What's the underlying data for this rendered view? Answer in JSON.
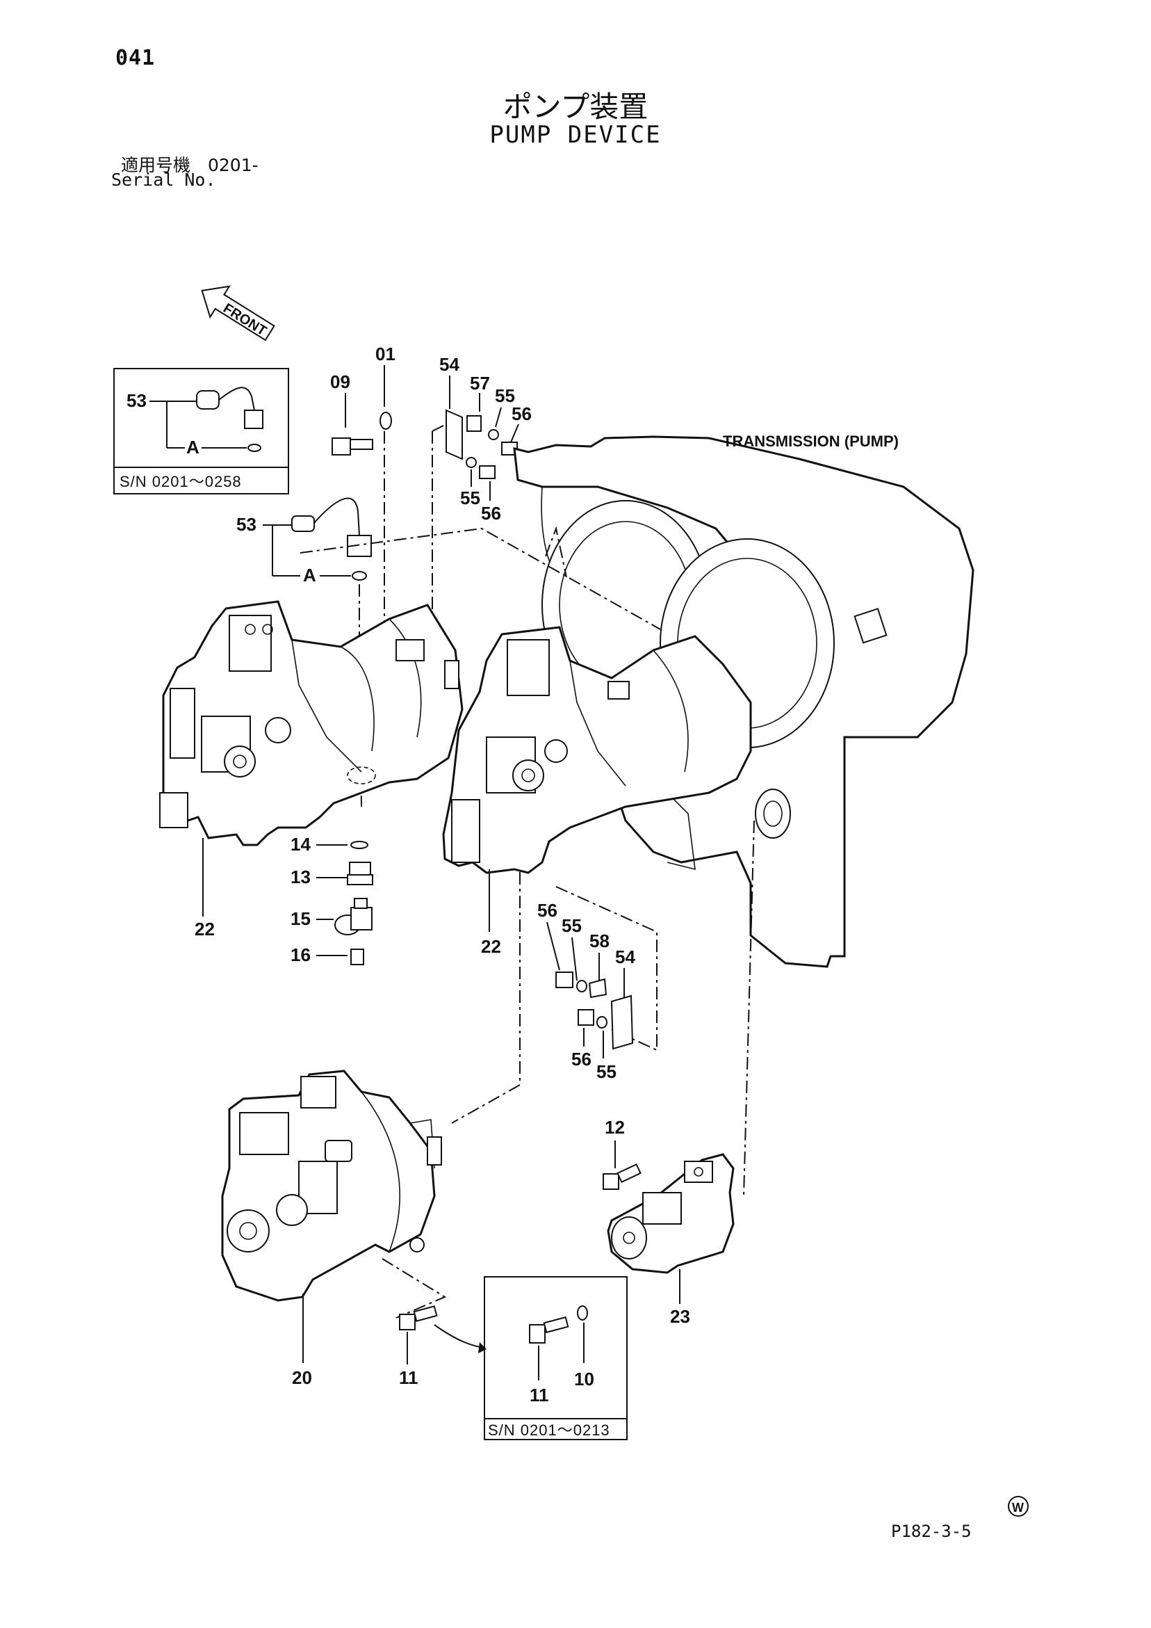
{
  "header": {
    "page_number": "041",
    "title_jp": "ポンプ装置",
    "title_en": "PUMP DEVICE",
    "serial_jp": "適用号機　0201-",
    "serial_en": "Serial No."
  },
  "front_arrow": {
    "label": "FRONT"
  },
  "transmission_label": "TRANSMISSION (PUMP)",
  "inset_top": {
    "callout_53": "53",
    "callout_a": "A",
    "serial_range": "S/N  0201～0258"
  },
  "inset_bottom": {
    "callout_11": "11",
    "callout_10": "10",
    "serial_range": "S/N  0201～0213"
  },
  "callouts": {
    "p01": "01",
    "p09": "09",
    "p53": "53",
    "p53a": "A",
    "p54_top": "54",
    "p57": "57",
    "p55_top_a": "55",
    "p56_top_a": "56",
    "p55_top_b": "55",
    "p56_top_b": "56",
    "p14": "14",
    "p13": "13",
    "p15": "15",
    "p16": "16",
    "p22_left": "22",
    "p22_right": "22",
    "p56_mid_a": "56",
    "p55_mid_a": "55",
    "p58": "58",
    "p54_mid": "54",
    "p56_mid_b": "56",
    "p55_mid_b": "55",
    "p12": "12",
    "p23": "23",
    "p20": "20",
    "p11": "11"
  },
  "footer": {
    "doc_code": "P182-3-5",
    "mark": "W"
  }
}
